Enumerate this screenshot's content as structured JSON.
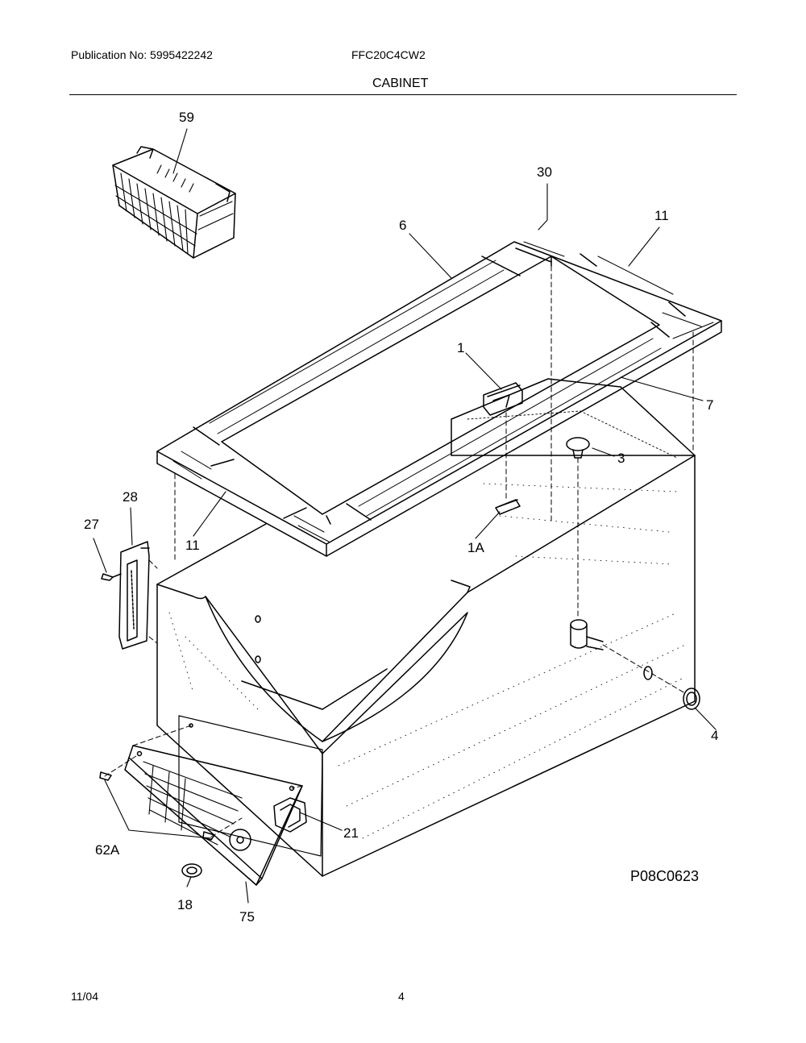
{
  "header": {
    "publication": "Publication No: 5995422242",
    "model": "FFC20C4CW2",
    "section": "CABINET"
  },
  "diagram": {
    "figure_id": "P08C0623",
    "callouts": [
      "59",
      "30",
      "11",
      "6",
      "1",
      "7",
      "3",
      "28",
      "27",
      "11",
      "1A",
      "4",
      "21",
      "62A",
      "18",
      "75"
    ]
  },
  "footer": {
    "date": "11/04",
    "page": "4"
  }
}
